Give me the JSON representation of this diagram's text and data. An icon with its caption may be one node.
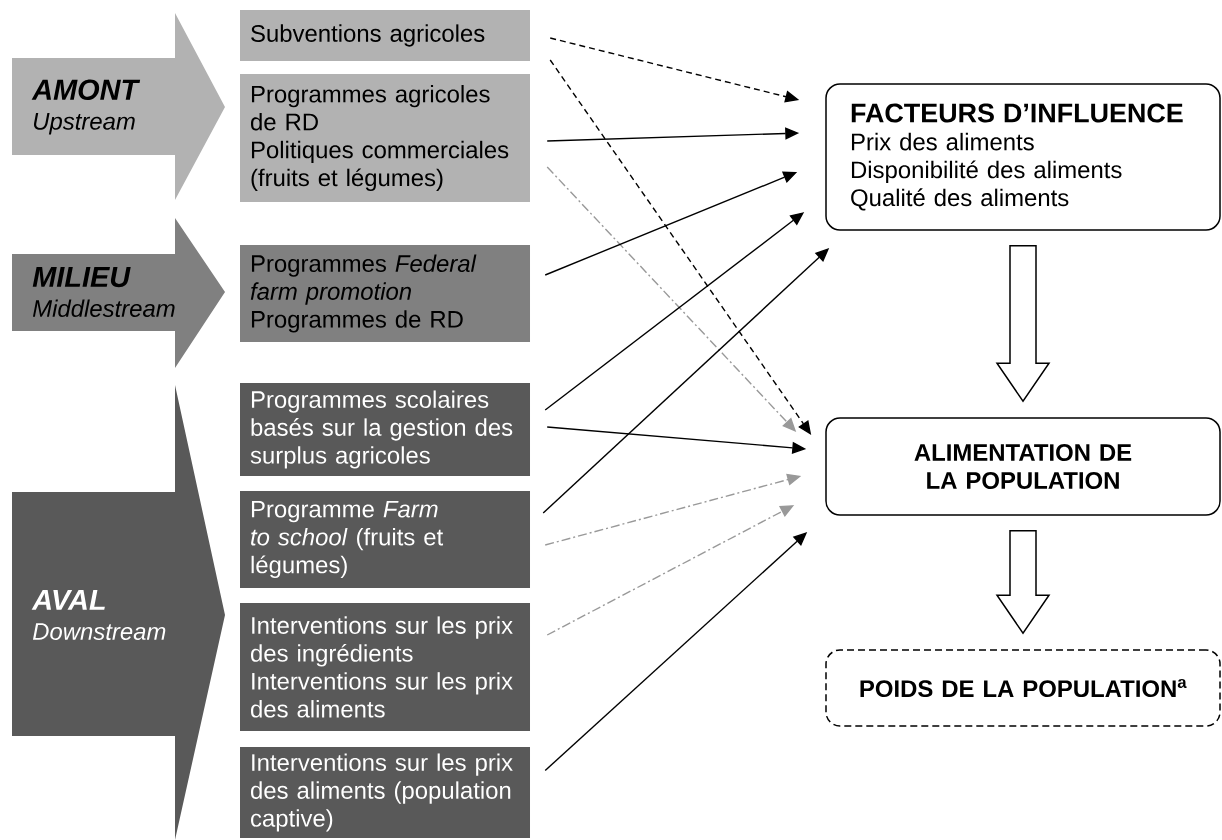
{
  "diagram": {
    "nodes": [
      {
        "text": [
          "AMONT",
          "Upstream"
        ]
      },
      {
        "text": [
          "MILIEU",
          "Middlestream"
        ]
      },
      {
        "text": [
          "AVAL",
          "Downstream"
        ]
      },
      {
        "text": [
          "Subventions agricoles"
        ]
      },
      {
        "text": [
          "Programmes agricoles de RD",
          "Politiques commerciales (fruits et légumes)"
        ]
      },
      {
        "text": [
          "Programmes *Federal farm promotion*",
          "Programmes de RD"
        ]
      },
      {
        "text": [
          "Programmes scolaires basés sur la gestion des surplus agricoles"
        ]
      },
      {
        "text": [
          "Programme *Farm to school* (fruits et légumes)"
        ]
      },
      {
        "text": [
          "Interventions sur les prix des ingrédients",
          "Interventions sur les prix des aliments"
        ]
      },
      {
        "text": [
          "Interventions sur les prix des aliments (population captive)"
        ]
      },
      {
        "text": [
          "FACTEURS D’INFLUENCE",
          "Prix des aliments",
          "Disponibilité des aliments",
          "Qualité des aliments"
        ]
      },
      {
        "text": [
          "ALIMENTATION DE LA POPULATION"
        ]
      },
      {
        "text": [
          "POIDS DE LA POPULATION$^{a}$"
        ]
      }
    ],
    "edges": [
      {
        "from": 3,
        "to": 10,
        "arrow": "to",
        "style": "dashed"
      },
      {
        "from": 3,
        "to": 11,
        "arrow": "to",
        "style": "dashed"
      },
      {
        "from": 4,
        "to": 10,
        "arrow": "to"
      },
      {
        "from": 4,
        "to": 11,
        "arrow": "to",
        "style": "dashed",
        "color": "#999999"
      },
      {
        "from": 5,
        "to": 10,
        "arrow": "to"
      },
      {
        "from": 6,
        "to": 10,
        "arrow": "to"
      },
      {
        "from": 6,
        "to": 11,
        "arrow": "to"
      },
      {
        "from": 7,
        "to": 10,
        "arrow": "to"
      },
      {
        "from": 7,
        "to": 11,
        "arrow": "to",
        "style": "dashed",
        "color": "#999999"
      },
      {
        "from": 8,
        "to": 11,
        "arrow": "to",
        "style": "dashed",
        "color": "#999999"
      },
      {
        "from": 9,
        "to": 11,
        "arrow": "to"
      },
      {
        "from": 10,
        "to": 11,
        "arrow": "to",
        "style": "thick"
      },
      {
        "from": 11,
        "to": 12,
        "arrow": "to",
        "style": "thick"
      }
    ]
  }
}
